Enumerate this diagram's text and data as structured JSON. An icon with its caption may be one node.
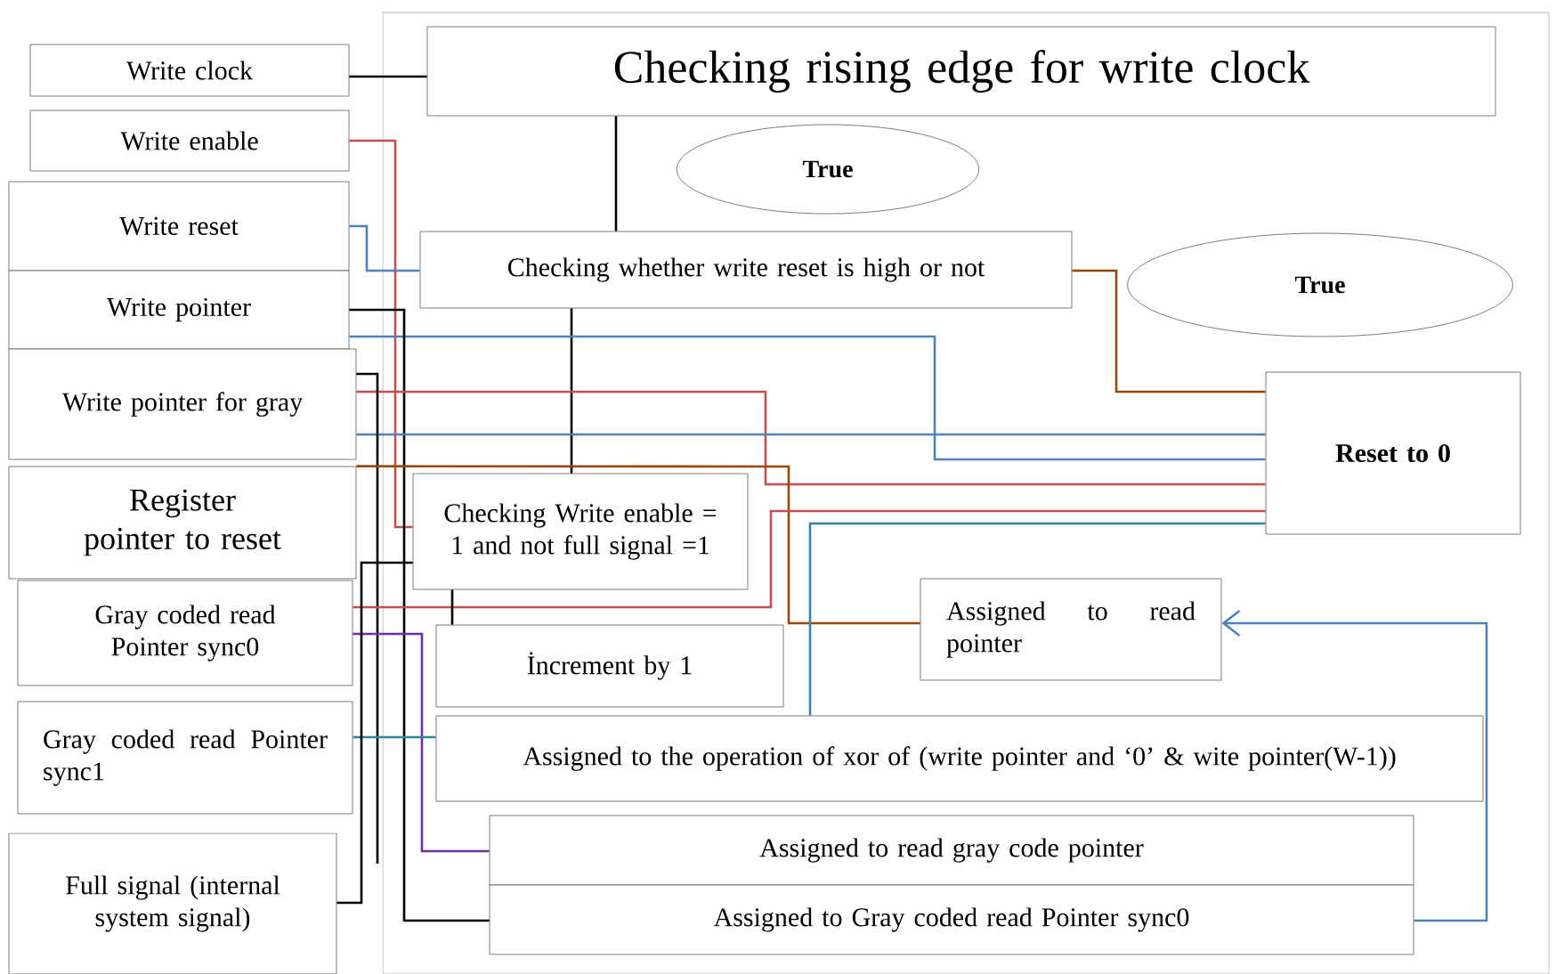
{
  "diagram": {
    "nodes": [
      {
        "text": [
          "Write clock"
        ]
      },
      {
        "text": [
          "Write enable"
        ]
      },
      {
        "text": [
          "Write reset"
        ]
      },
      {
        "text": [
          "Write pointer"
        ]
      },
      {
        "text": [
          "Write pointer for gray"
        ]
      },
      {
        "text": [
          "Register pointer to reset"
        ]
      },
      {
        "text": [
          "Gray coded read Pointer sync0"
        ]
      },
      {
        "text": [
          "Gray coded read Pointer sync1"
        ]
      },
      {
        "text": [
          "Full signal (internal system signal)"
        ]
      },
      {
        "text": [
          "Checking rising edge for write clock"
        ]
      },
      {
        "text": [
          "True"
        ]
      },
      {
        "text": [
          "Checking whether write reset is high or not"
        ]
      },
      {
        "text": [
          "True"
        ]
      },
      {
        "text": [
          "Reset to 0"
        ]
      },
      {
        "text": [
          "Checking Write enable = 1 and not full signal =1"
        ]
      },
      {
        "text": [
          "Assigned to read pointer"
        ]
      },
      {
        "text": [
          "İncrement by 1"
        ]
      },
      {
        "text": [
          "Assigned to the operation of xor of (write pointer and ‘0’ & wite pointer(W-1))"
        ]
      },
      {
        "text": [
          "Assigned to read gray code pointer"
        ]
      },
      {
        "text": [
          "Assigned to Gray coded read Pointer sync0"
        ]
      }
    ],
    "edges": [
      {
        "from": 0,
        "to": 9,
        "arrow": "none"
      },
      {
        "from": 9,
        "to": 11,
        "arrow": "none"
      },
      {
        "from": 11,
        "to": 14,
        "arrow": "none"
      },
      {
        "from": 1,
        "to": 14,
        "arrow": "none",
        "color": "#c0504d"
      },
      {
        "from": 2,
        "to": 11,
        "arrow": "none",
        "color": "#4f81bd"
      },
      {
        "from": 3,
        "to": 13,
        "arrow": "none",
        "color": "#4f81bd"
      },
      {
        "from": 3,
        "to": 19,
        "arrow": "none"
      },
      {
        "from": 4,
        "to": 13,
        "arrow": "none",
        "color": "#c0504d"
      },
      {
        "from": 4,
        "to": 13,
        "arrow": "none",
        "color": "#4f81bd"
      },
      {
        "from": 4,
        "to": null,
        "arrow": "none"
      },
      {
        "from": 5,
        "to": 15,
        "arrow": "none",
        "color": "#984806"
      },
      {
        "from": 6,
        "to": 13,
        "arrow": "none",
        "color": "#c0504d"
      },
      {
        "from": 6,
        "to": 18,
        "arrow": "none",
        "color": "#7030a0"
      },
      {
        "from": 7,
        "to": 17,
        "arrow": "none",
        "color": "#31859c"
      },
      {
        "from": 17,
        "to": 13,
        "arrow": "none",
        "color": "#31859c"
      },
      {
        "from": 8,
        "to": 14,
        "arrow": "none"
      },
      {
        "from": 14,
        "to": 16,
        "arrow": "none"
      },
      {
        "from": 11,
        "to": 13,
        "arrow": "none",
        "color": "#984806"
      },
      {
        "from": 19,
        "to": 15,
        "arrow": "to",
        "color": "#4f81bd"
      }
    ]
  }
}
